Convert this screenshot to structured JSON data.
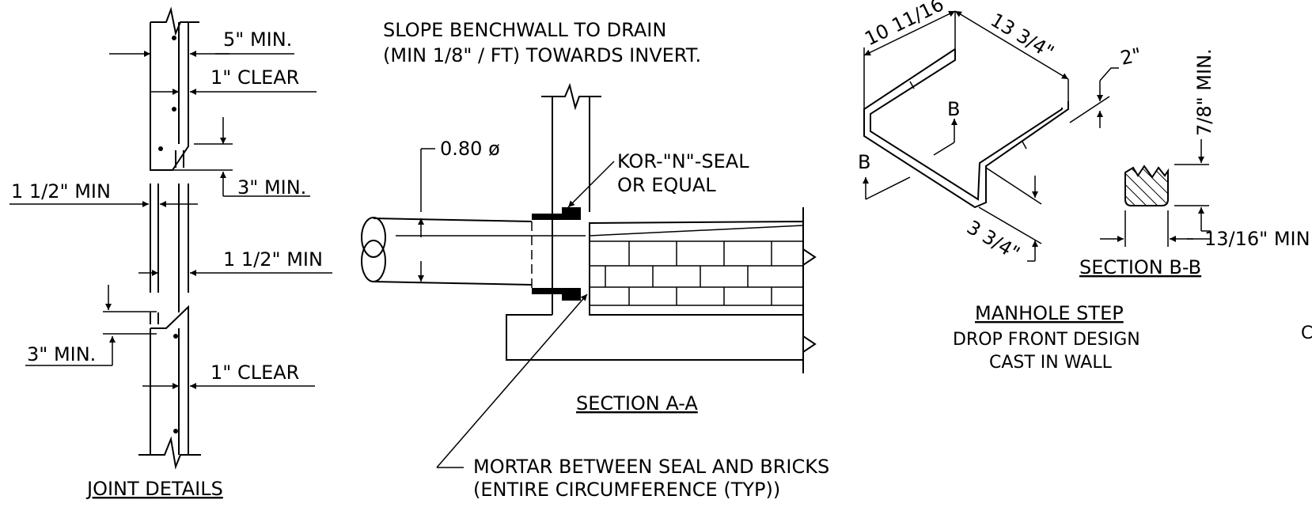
{
  "joint": {
    "dim_5in": "5\" MIN.",
    "clear_top": "1\" CLEAR",
    "min_3_top": "3\" MIN.",
    "min_1_5_left": "1 1/2\" MIN",
    "min_1_5_right": "1 1/2\" MIN",
    "min_3_bottom": "3\" MIN.",
    "clear_bottom": "1\" CLEAR",
    "title": "JOINT DETAILS"
  },
  "section_a": {
    "note_line1": "SLOPE BENCHWALL TO DRAIN",
    "note_line2": "(MIN 1/8\" / FT) TOWARDS INVERT.",
    "pipe_dim": "0.80 ø",
    "seal_line1": "KOR-\"N\"-SEAL",
    "seal_line2": "OR EQUAL",
    "mortar_line1": "MORTAR BETWEEN SEAL AND BRICKS",
    "mortar_line2": "(ENTIRE CIRCUMFERENCE (TYP))",
    "title": "SECTION A-A"
  },
  "step": {
    "dim_width": "10 11/16\"",
    "dim_depth": "13 3/4\"",
    "dim_thick": "2\"",
    "dim_drop": "3 3/4\"",
    "cut_label_1": "B",
    "cut_label_2": "B",
    "title": "MANHOLE STEP",
    "sub1": "DROP FRONT DESIGN",
    "sub2": "CAST IN WALL"
  },
  "section_b": {
    "dim_height": "7/8\" MIN.",
    "dim_width": "13/16\" MIN.",
    "title": "SECTION B-B"
  },
  "edge_fragment": "C"
}
